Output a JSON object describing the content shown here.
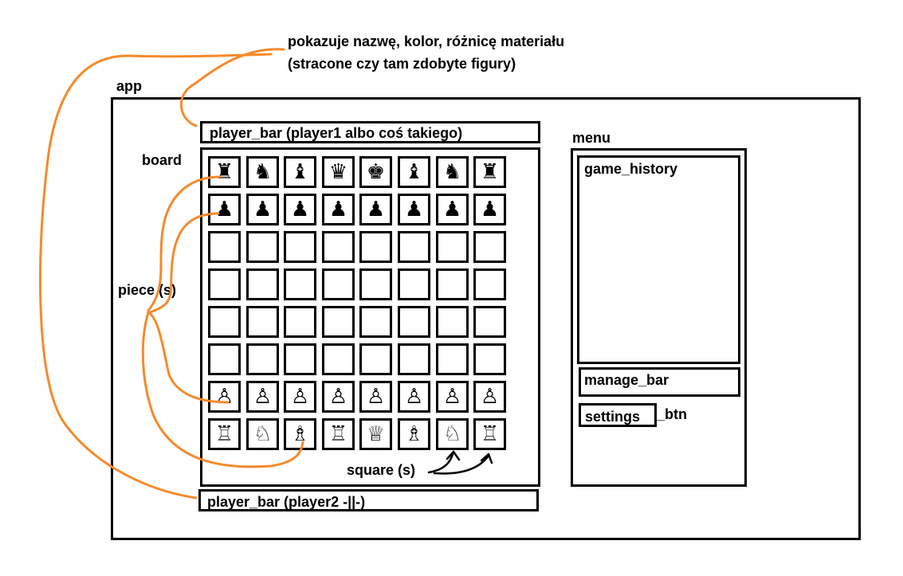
{
  "annotations": {
    "note_line1": "pokazuje nazwę, kolor, różnicę materiału",
    "note_line2": "(stracone czy tam zdobyte figury)",
    "app": "app",
    "board": "board",
    "piece": "piece (s)",
    "square": "square (s)",
    "menu": "menu"
  },
  "player_bar_top": "player_bar (player1 albo coś takiego)",
  "player_bar_bottom": "player_bar (player2 -||-)",
  "menu": {
    "game_history": "game_history",
    "manage_bar": "manage_bar",
    "settings_btn": "settings",
    "settings_suffix": "_btn"
  },
  "board_rows": [
    [
      "♜",
      "♞",
      "♝",
      "♛",
      "♚",
      "♝",
      "♞",
      "♜"
    ],
    [
      "♟",
      "♟",
      "♟",
      "♟",
      "♟",
      "♟",
      "♟",
      "♟"
    ],
    [
      "",
      "",
      "",
      "",
      "",
      "",
      "",
      ""
    ],
    [
      "",
      "",
      "",
      "",
      "",
      "",
      "",
      ""
    ],
    [
      "",
      "",
      "",
      "",
      "",
      "",
      "",
      ""
    ],
    [
      "",
      "",
      "",
      "",
      "",
      "",
      "",
      ""
    ],
    [
      "♙",
      "♙",
      "♙",
      "♙",
      "♙",
      "♙",
      "♙",
      "♙"
    ],
    [
      "♖",
      "♘",
      "♗",
      "♖",
      "♕",
      "♗",
      "♘",
      "♖"
    ]
  ],
  "colors": {
    "arrow": "#f58a2c",
    "ink": "#000000"
  }
}
